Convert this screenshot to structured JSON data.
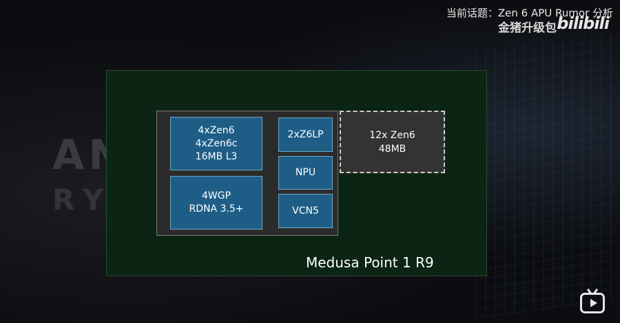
{
  "overlay": {
    "topic": "当前话题：Zen 6 APU Rumor 分析",
    "channel": "金猪升级包",
    "platform_logo": "bilibili"
  },
  "background": {
    "brand_line1": "AN",
    "brand_line2": "RY"
  },
  "diagram": {
    "package_label": "Medusa Point 1 R9",
    "blocks": {
      "cpu": [
        "4xZen6",
        "4xZen6c",
        "16MB L3"
      ],
      "gpu": [
        "4WGP",
        "RDNA 3.5+"
      ],
      "lp": [
        "2xZ6LP"
      ],
      "npu": [
        "NPU"
      ],
      "vcn": [
        "VCN5"
      ]
    },
    "external": [
      "12x Zen6",
      "48MB"
    ]
  },
  "colors": {
    "package_bg": "#0c2414",
    "die_bg": "#2b2b2b",
    "block_bg": "#1e5e86",
    "external_bg": "#333333"
  }
}
